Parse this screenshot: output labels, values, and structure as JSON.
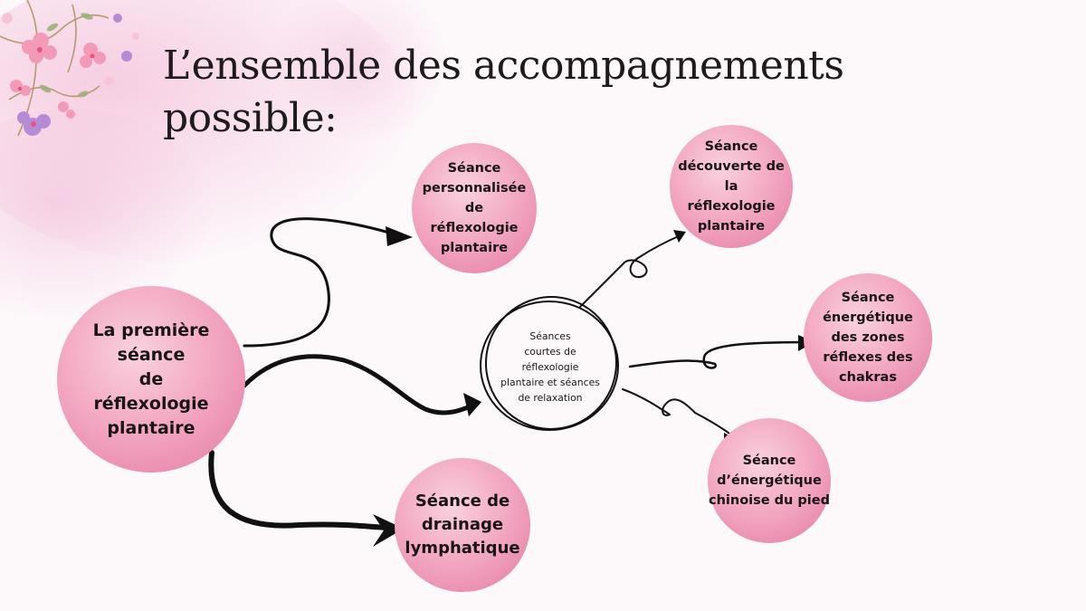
{
  "title": {
    "line1": "L’ensemble des accompagnements",
    "line2": "possible:"
  },
  "nodes": {
    "main": "La première\nséance\nde\nréflexologie\nplantaire",
    "center": "Séances\ncourtes de\nréflexologie\nplantaire et séances\nde relaxation",
    "personnalisee": "Séance\npersonnalisée de\nréflexologie\nplantaire",
    "decouverte": "Séance\ndécouverte de la\nréflexologie\nplantaire",
    "energetique_chakras": "Séance\nénergétique\ndes zones\nréflexes des\nchakras",
    "energetique_chinoise": "Séance\nd’énergétique\nchinoise du pied",
    "drainage": "Séance de\ndrainage\nlymphatique"
  },
  "colors": {
    "node_pink": "#f3aac3",
    "ink": "#1a1416",
    "background": "#fdf9fb"
  },
  "icons": [
    "floral-decoration-icon"
  ]
}
